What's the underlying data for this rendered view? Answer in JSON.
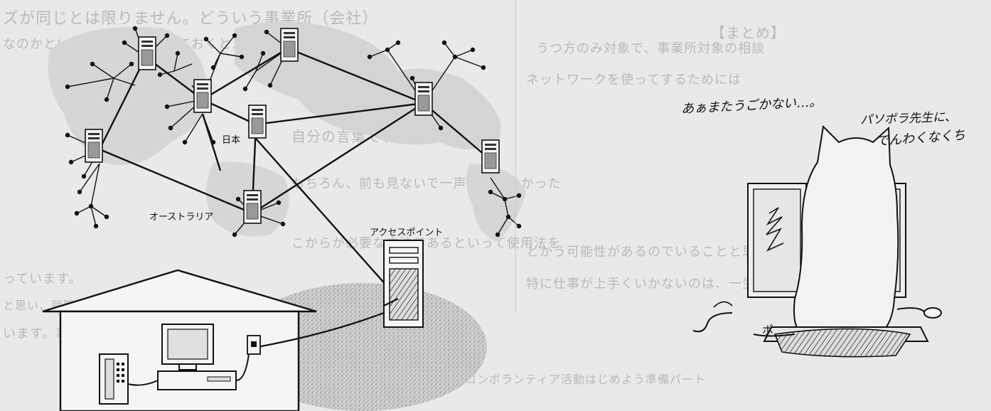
{
  "labels": {
    "japan": "日本",
    "australia": "オーストラリア",
    "access_point": "アクセスポイント"
  },
  "handwriting": {
    "line1": "あぁまたうごかない…。",
    "line2": "パソボラ先生に、",
    "line3": "でんわくなくち"
  },
  "bleed_text": {
    "left_1": "ズが同じとは限りません。どういう事業所（会社）",
    "left_2": "なのかといったことを意識しておくと…",
    "left_3": "自分の言葉ですべてを言う事を",
    "left_4": "もちろん、前も見ないで一声を言わなかった",
    "left_5": "こからが必要な方法であるといって使用法を",
    "left_6": "っています。",
    "left_7": "と思い、就職後のアンケート",
    "left_8": "います。事業所や、講座",
    "right_heading": "【まとめ】",
    "right_1": "うつ方のみ対象で、事業所対象の相談",
    "right_2": "ネットワークを使ってするためには",
    "right_3": "とかう可能性があるのでいることと思います",
    "right_4": "特に仕事が上手くいかないのは、一生懸命話した",
    "bottom": "パソコンボランティア活動はじめよう準備パート"
  },
  "colors": {
    "paper": "#e9e9e9",
    "ink": "#111111",
    "ghost": "#b9b9b9"
  }
}
